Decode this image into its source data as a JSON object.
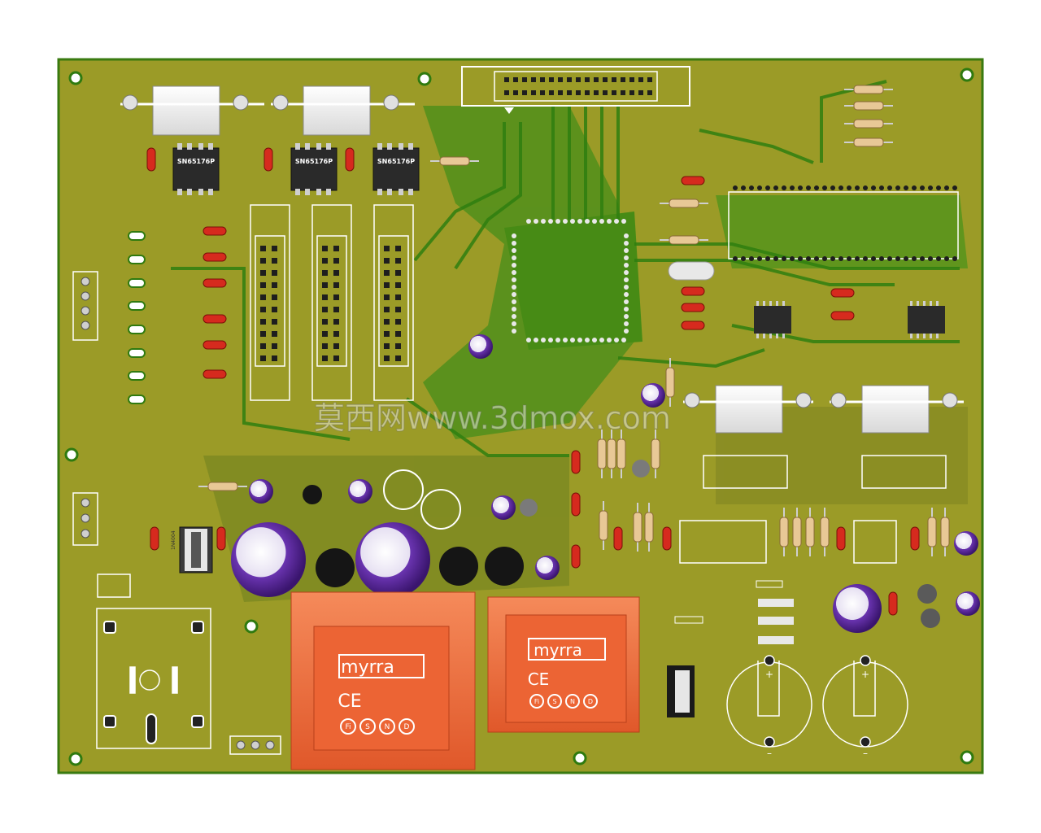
{
  "ic_label": "SN65176P",
  "brand_a": "myrra",
  "brand_b": "myrra",
  "cert_marks": "CE",
  "cert_small": [
    "Fi",
    "S",
    "N",
    "D"
  ],
  "diode_label": "1N4004",
  "watermark": "莫西网www.3dmox.com",
  "polarity_plus": "+",
  "polarity_minus": "–",
  "colors": {
    "board": "#9a9a26",
    "copper": "#4b8f17",
    "copper_dark": "#2f7a0f",
    "transformer": "#f06a3a",
    "cap": "#5a2a9a"
  }
}
